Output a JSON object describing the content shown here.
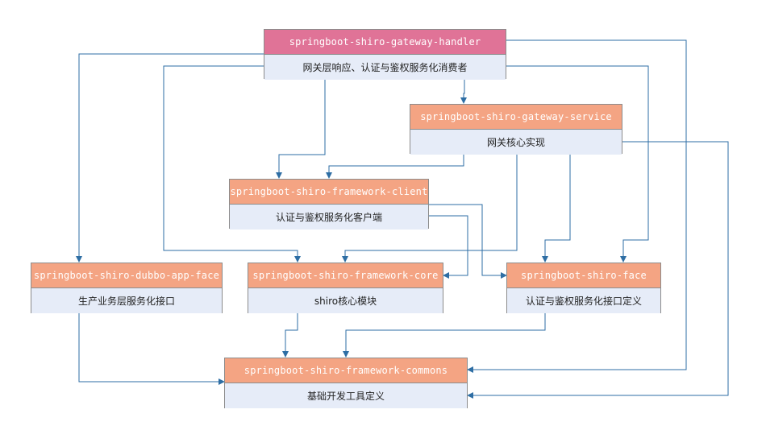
{
  "colors": {
    "handler_header": "#e07397",
    "module_header": "#f4a483",
    "desc_bg": "#e6ecf8",
    "edge": "#2e6ea4"
  },
  "nodes": {
    "handler": {
      "title": "springboot-shiro-gateway-handler",
      "desc": "网关层响应、认证与鉴权服务化消费者"
    },
    "service": {
      "title": "springboot-shiro-gateway-service",
      "desc": "网关核心实现"
    },
    "client": {
      "title": "springboot-shiro-framework-client",
      "desc": "认证与鉴权服务化客户端"
    },
    "dubbo": {
      "title": "springboot-shiro-dubbo-app-face",
      "desc": "生产业务层服务化接口"
    },
    "core": {
      "title": "springboot-shiro-framework-core",
      "desc": "shiro核心模块"
    },
    "face": {
      "title": "springboot-shiro-face",
      "desc": "认证与鉴权服务化接口定义"
    },
    "commons": {
      "title": "springboot-shiro-framework-commons",
      "desc": "基础开发工具定义"
    }
  }
}
